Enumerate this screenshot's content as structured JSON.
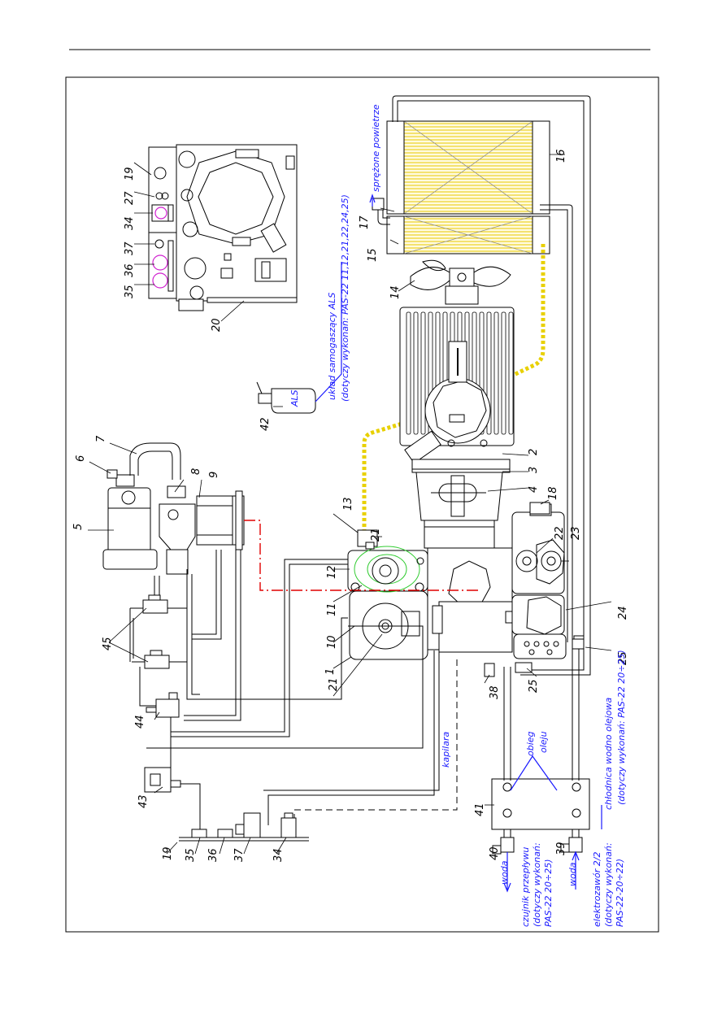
{
  "diagram": {
    "labels": {
      "l1": "1",
      "l2": "2",
      "l3": "3",
      "l4": "4",
      "l5": "5",
      "l6": "6",
      "l7": "7",
      "l8": "8",
      "l9": "9",
      "l10": "10",
      "l11": "11",
      "l12": "12",
      "l13": "13",
      "l14": "14",
      "l15": "15",
      "l16": "16",
      "l17": "17",
      "l18": "18",
      "l19a": "19",
      "l19b": "19",
      "l20": "20",
      "l21a": "21",
      "l21b": "21",
      "l22": "22",
      "l23": "23",
      "l24": "24",
      "l25a": "25",
      "l25b": "25",
      "l27": "27",
      "l34a": "34",
      "l34b": "34",
      "l35a": "35",
      "l35b": "35",
      "l36a": "36",
      "l36b": "36",
      "l37a": "37",
      "l37b": "37",
      "l38": "38",
      "l39": "39",
      "l40": "40",
      "l41": "41",
      "l42": "42",
      "l43": "43",
      "l44": "44",
      "l45": "45"
    },
    "annotations": {
      "compressed_air": "sprężone powietrze",
      "als_title": "układ samogaszący ALS",
      "als_scope": "(dotyczy wykonań: PAS-22 11,12,21,22,24,25)",
      "als_tag": "ALS",
      "capillary": "kapilara",
      "oil_circuit_1": "obieg",
      "oil_circuit_2": "oleju",
      "oil_cooler_title": "chłodnica wodno olejowa",
      "oil_cooler_scope": "(dotyczy wykonań: PAS-22 20÷25)",
      "flow_sensor_1": "czujnik przepływu",
      "flow_sensor_2": "(dotyczy wykonań:",
      "flow_sensor_3": "PAS-22 20÷25)",
      "valve_1": "elektrozawór 2/2",
      "valve_2": "(dotyczy wykonań:",
      "valve_3": "PAS-22-20÷22)",
      "water_1": "woda",
      "water_2": "woda"
    }
  }
}
